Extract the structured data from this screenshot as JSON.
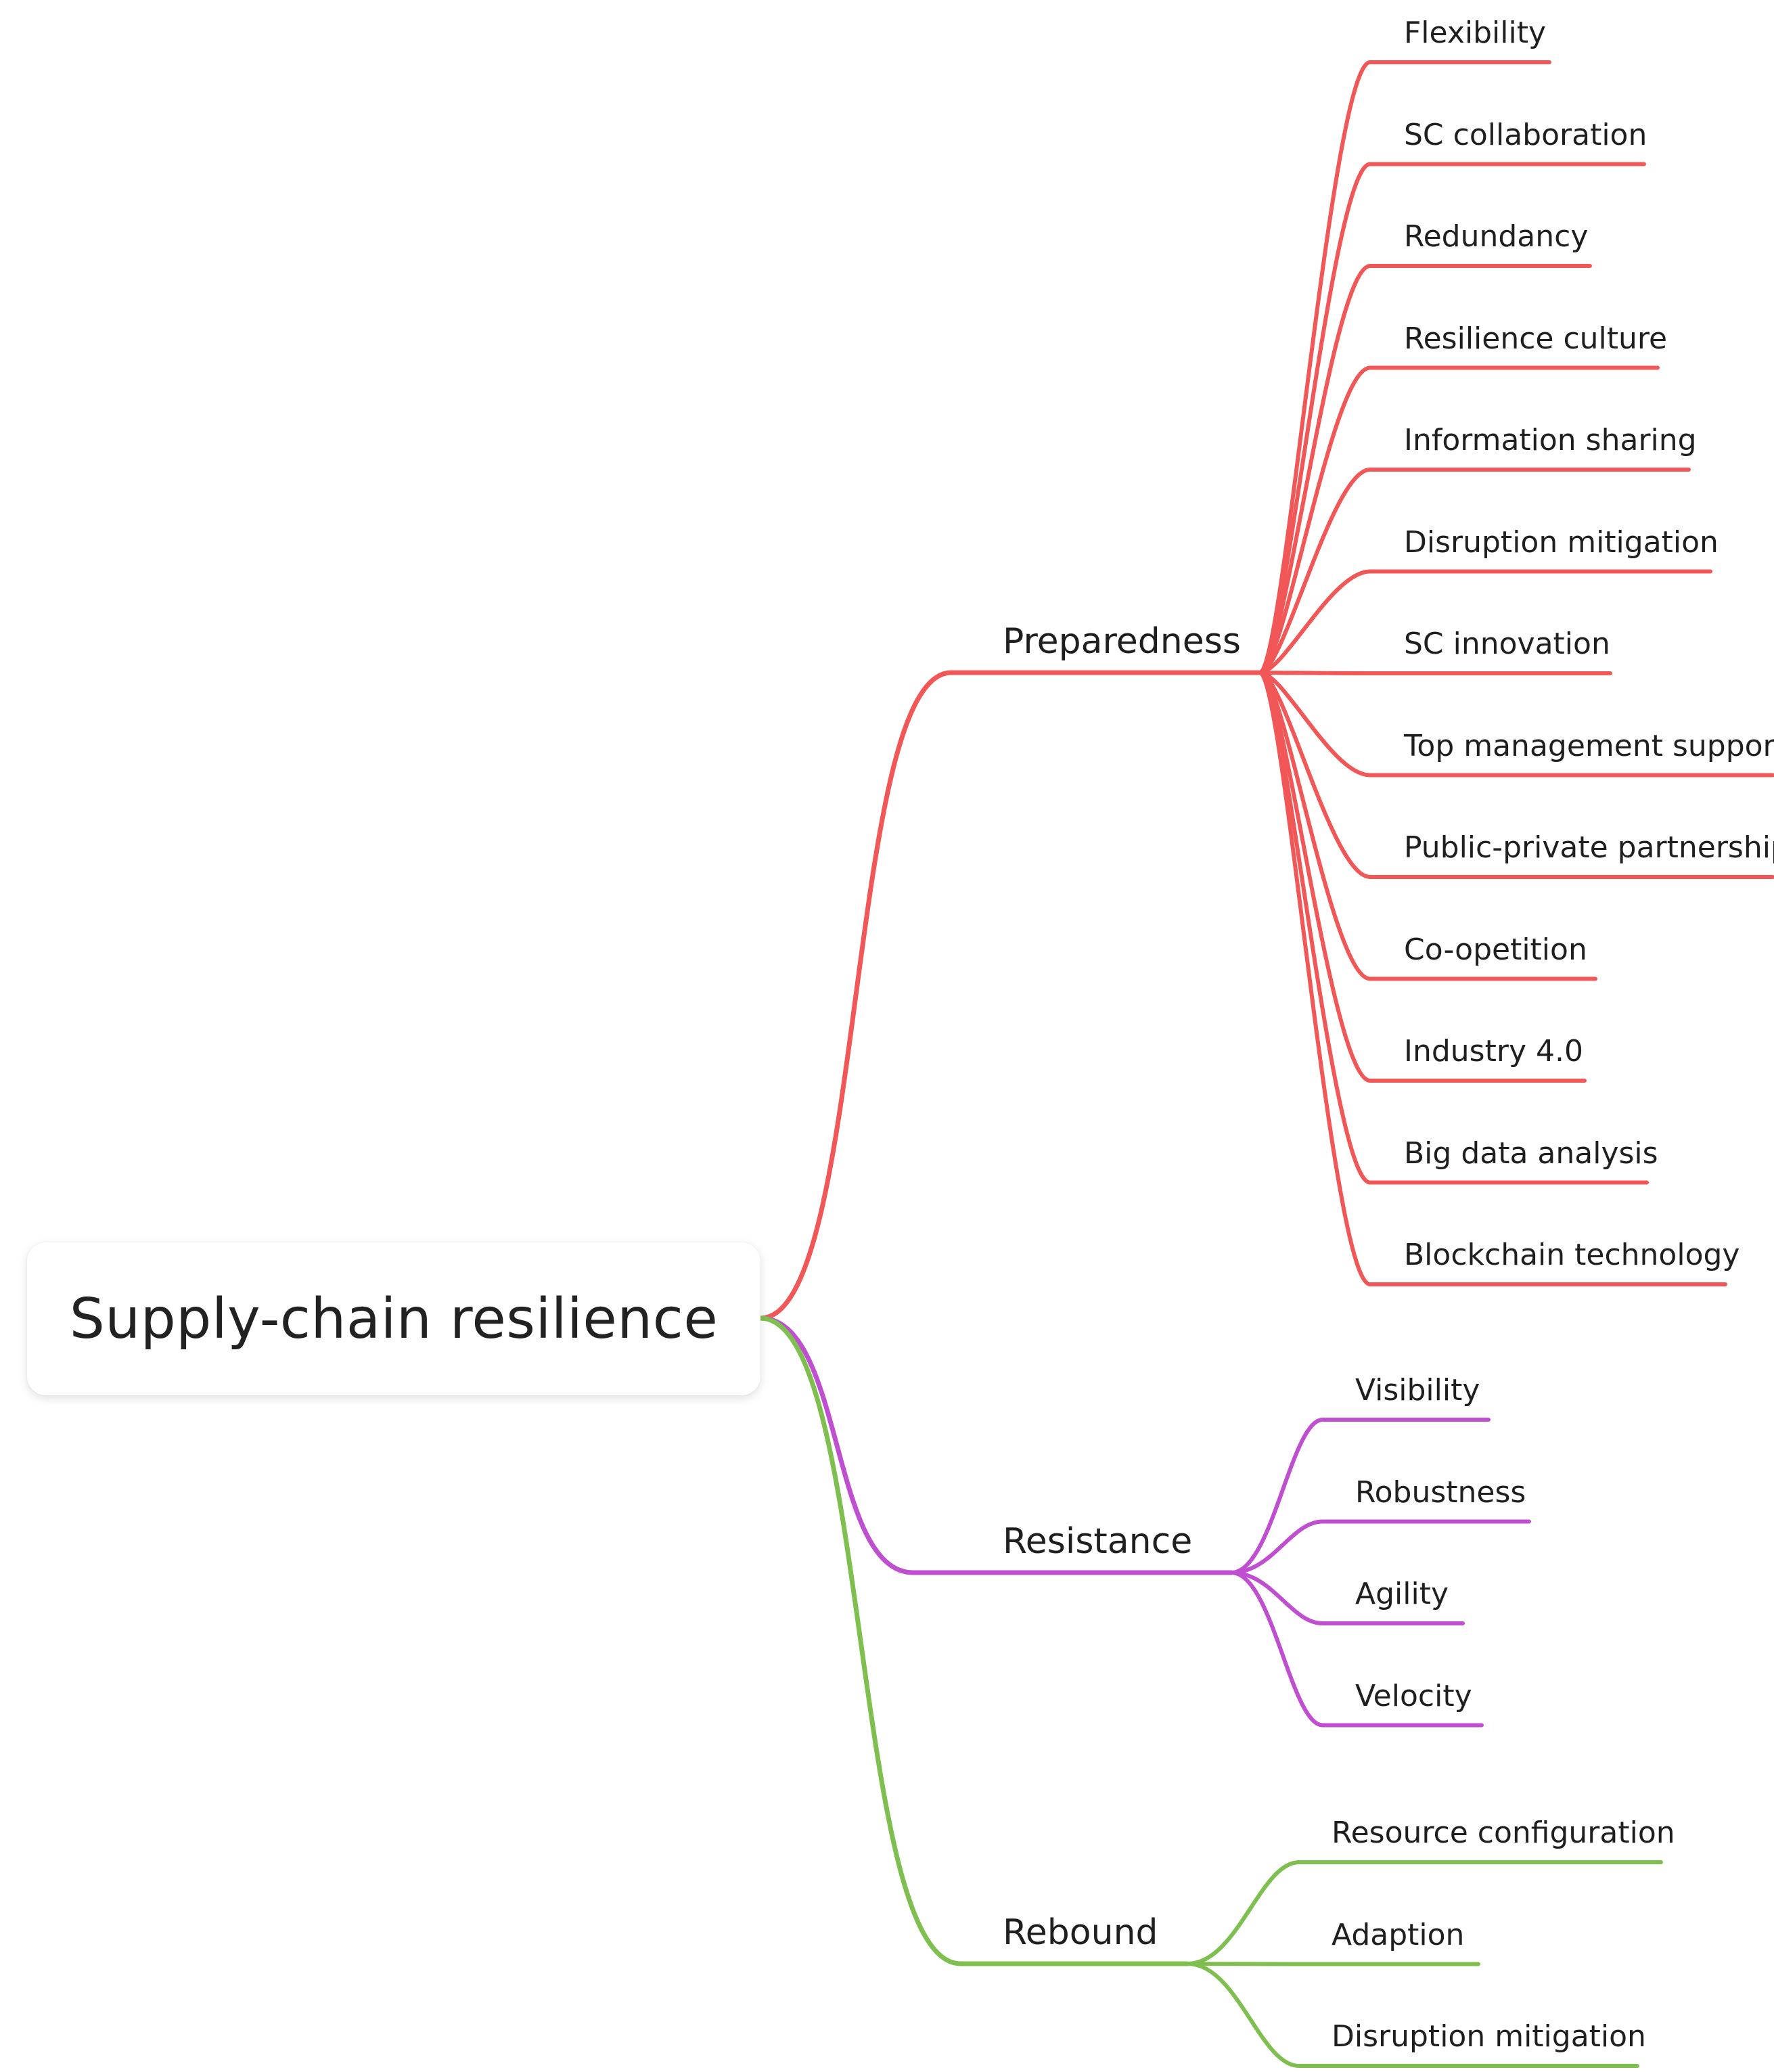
{
  "root": {
    "label": "Supply-chain resilience"
  },
  "colors": {
    "preparedness": "#f25757",
    "resistance": "#bf4fd0",
    "rebound": "#7fbf4f"
  },
  "branches": [
    {
      "label": "Preparedness",
      "color": "#f25757",
      "children": [
        "Flexibility",
        "SC collaboration",
        "Redundancy",
        "Resilience culture",
        "Information sharing",
        "Disruption mitigation",
        "SC innovation",
        "Top management support",
        "Public-private partnership",
        "Co-opetition",
        "Industry 4.0",
        "Big data analysis",
        "Blockchain technology"
      ]
    },
    {
      "label": "Resistance",
      "color": "#bf4fd0",
      "children": [
        "Visibility",
        "Robustness",
        "Agility",
        "Velocity"
      ]
    },
    {
      "label": "Rebound",
      "color": "#7fbf4f",
      "children": [
        "Resource configuration",
        "Adaption",
        "Disruption mitigation"
      ]
    }
  ]
}
